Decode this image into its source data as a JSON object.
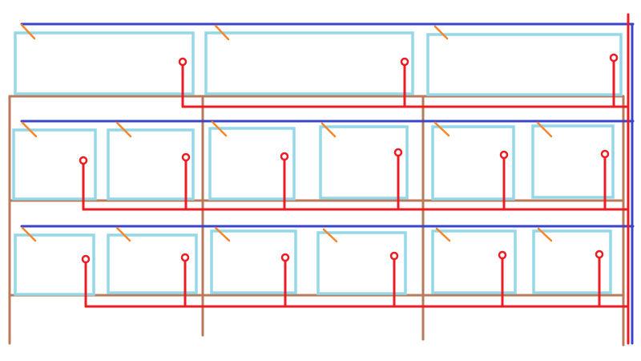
{
  "diagram": {
    "rows": 3,
    "panels_per_row": [
      3,
      6,
      6
    ],
    "colors": {
      "panel": "#94d8e8",
      "blue_line": "#3a44c8",
      "red_line": "#ec1c24",
      "frame": "#b87a58",
      "tick": "#f7862a"
    }
  }
}
